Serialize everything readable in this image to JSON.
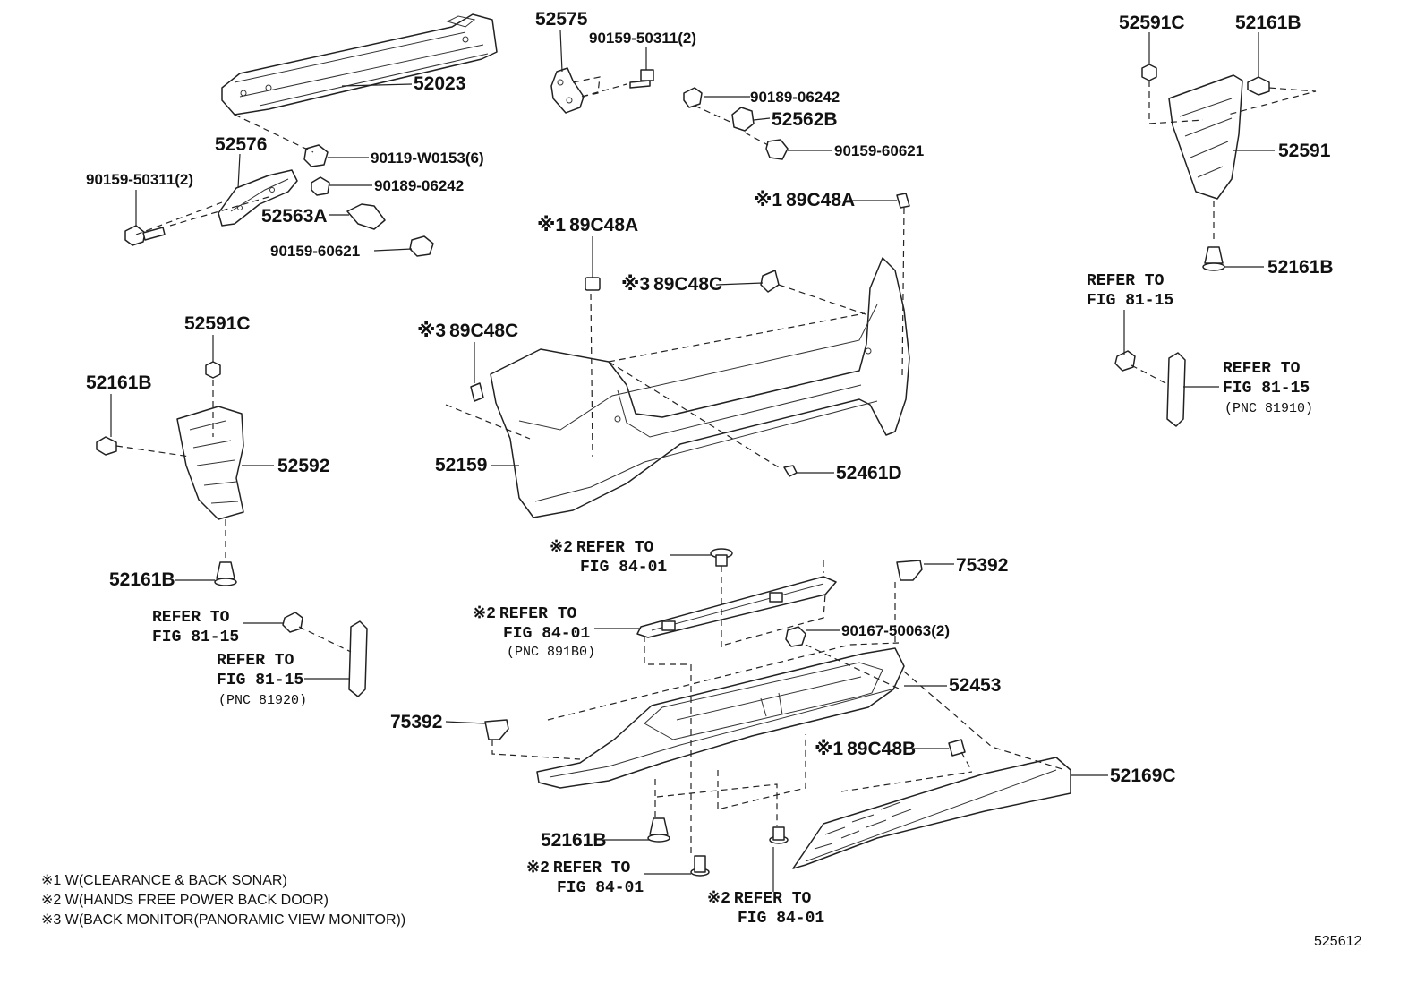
{
  "callouts": {
    "bumper_reinforcement": "52023",
    "bracket_upper_center": "52575",
    "bolt_upper_center": "90159-50311(2)",
    "clip_upper": "90189-06242",
    "retainer_upper": "52562B",
    "screw_upper": "90159-60621",
    "bracket_left": "52576",
    "bolt_left_qty": "90119-W0153(6)",
    "bolt_left_bracket": "90159-50311(2)",
    "clip_left": "90189-06242",
    "retainer_left": "52563A",
    "screw_left": "90159-60621",
    "cover_upper_center": "89C48A",
    "sensor_retainer_upper_right": "89C48A",
    "camera_retainer_right": "89C48C",
    "camera_retainer_left": "89C48C",
    "bumper_cover": "52159",
    "cap_bumper": "52461D",
    "nut_left": "52591C",
    "clip_left_upper": "52161B",
    "seal_left": "52592",
    "clip_left_lower": "52161B",
    "nut_right": "52591C",
    "clip_right_upper": "52161B",
    "seal_right": "52591",
    "clip_right_lower": "52161B",
    "bracket_lower_right": "75392",
    "bolt_lower": "90167-50063(2)",
    "lower_cover": "52453",
    "bracket_lower_left": "75392",
    "sensor_retainer_lower": "89C48B",
    "clip_lower": "52161B",
    "lower_garnish": "52169C"
  },
  "note_marks": {
    "m1": "※1",
    "m2": "※2",
    "m3": "※3"
  },
  "refers": {
    "refer_to": "REFER TO",
    "fig_81_15": "FIG 81-15",
    "fig_84_01": "FIG 84-01",
    "pnc_81910": "(PNC 81910)",
    "pnc_81920": "(PNC 81920)",
    "pnc_891b0": "(PNC 891B0)"
  },
  "notes": [
    "※1 W(CLEARANCE & BACK SONAR)",
    "※2 W(HANDS FREE POWER BACK DOOR)",
    "※3 W(BACK MONITOR(PANORAMIC VIEW MONITOR))"
  ],
  "catalog_number": "525612"
}
